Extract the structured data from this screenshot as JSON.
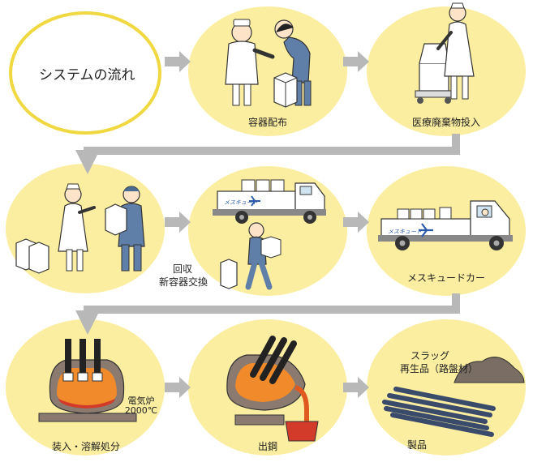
{
  "title": "システムの流れ",
  "steps": {
    "s1": "容器配布",
    "s2": "医療廃棄物投入",
    "s3_line1": "回収",
    "s3_line2": "新容器交換",
    "s4": "メスキュードカー",
    "s5": "装入・溶解処分",
    "s6": "出鋼",
    "s7_line1": "スラッグ",
    "s7_line2": "再生品（路盤材）",
    "s7_product": "製品"
  },
  "furnace": {
    "name": "電気炉",
    "temp": "2000℃"
  },
  "truck_logo": "メスキュード",
  "colors": {
    "bubble": "#fbeea0",
    "arrow": "#b8b8b8",
    "accent": "#d23a2a"
  }
}
